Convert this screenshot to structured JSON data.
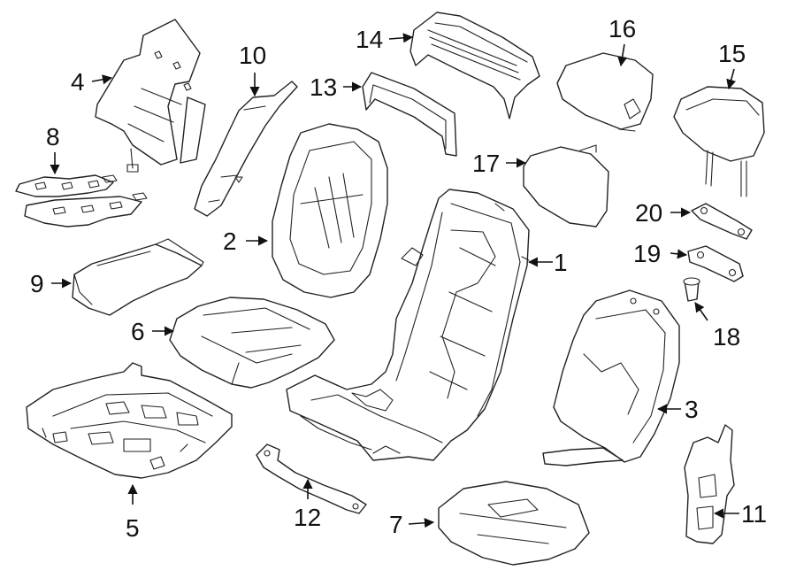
{
  "callouts": {
    "c1": "1",
    "c2": "2",
    "c3": "3",
    "c4": "4",
    "c5": "5",
    "c6": "6",
    "c7": "7",
    "c8": "8",
    "c9": "9",
    "c10": "10",
    "c11": "11",
    "c12": "12",
    "c13": "13",
    "c14": "14",
    "c15": "15",
    "c16": "16",
    "c17": "17",
    "c18": "18",
    "c19": "19",
    "c20": "20"
  },
  "colors": {
    "line": "#222222",
    "background": "#ffffff"
  }
}
